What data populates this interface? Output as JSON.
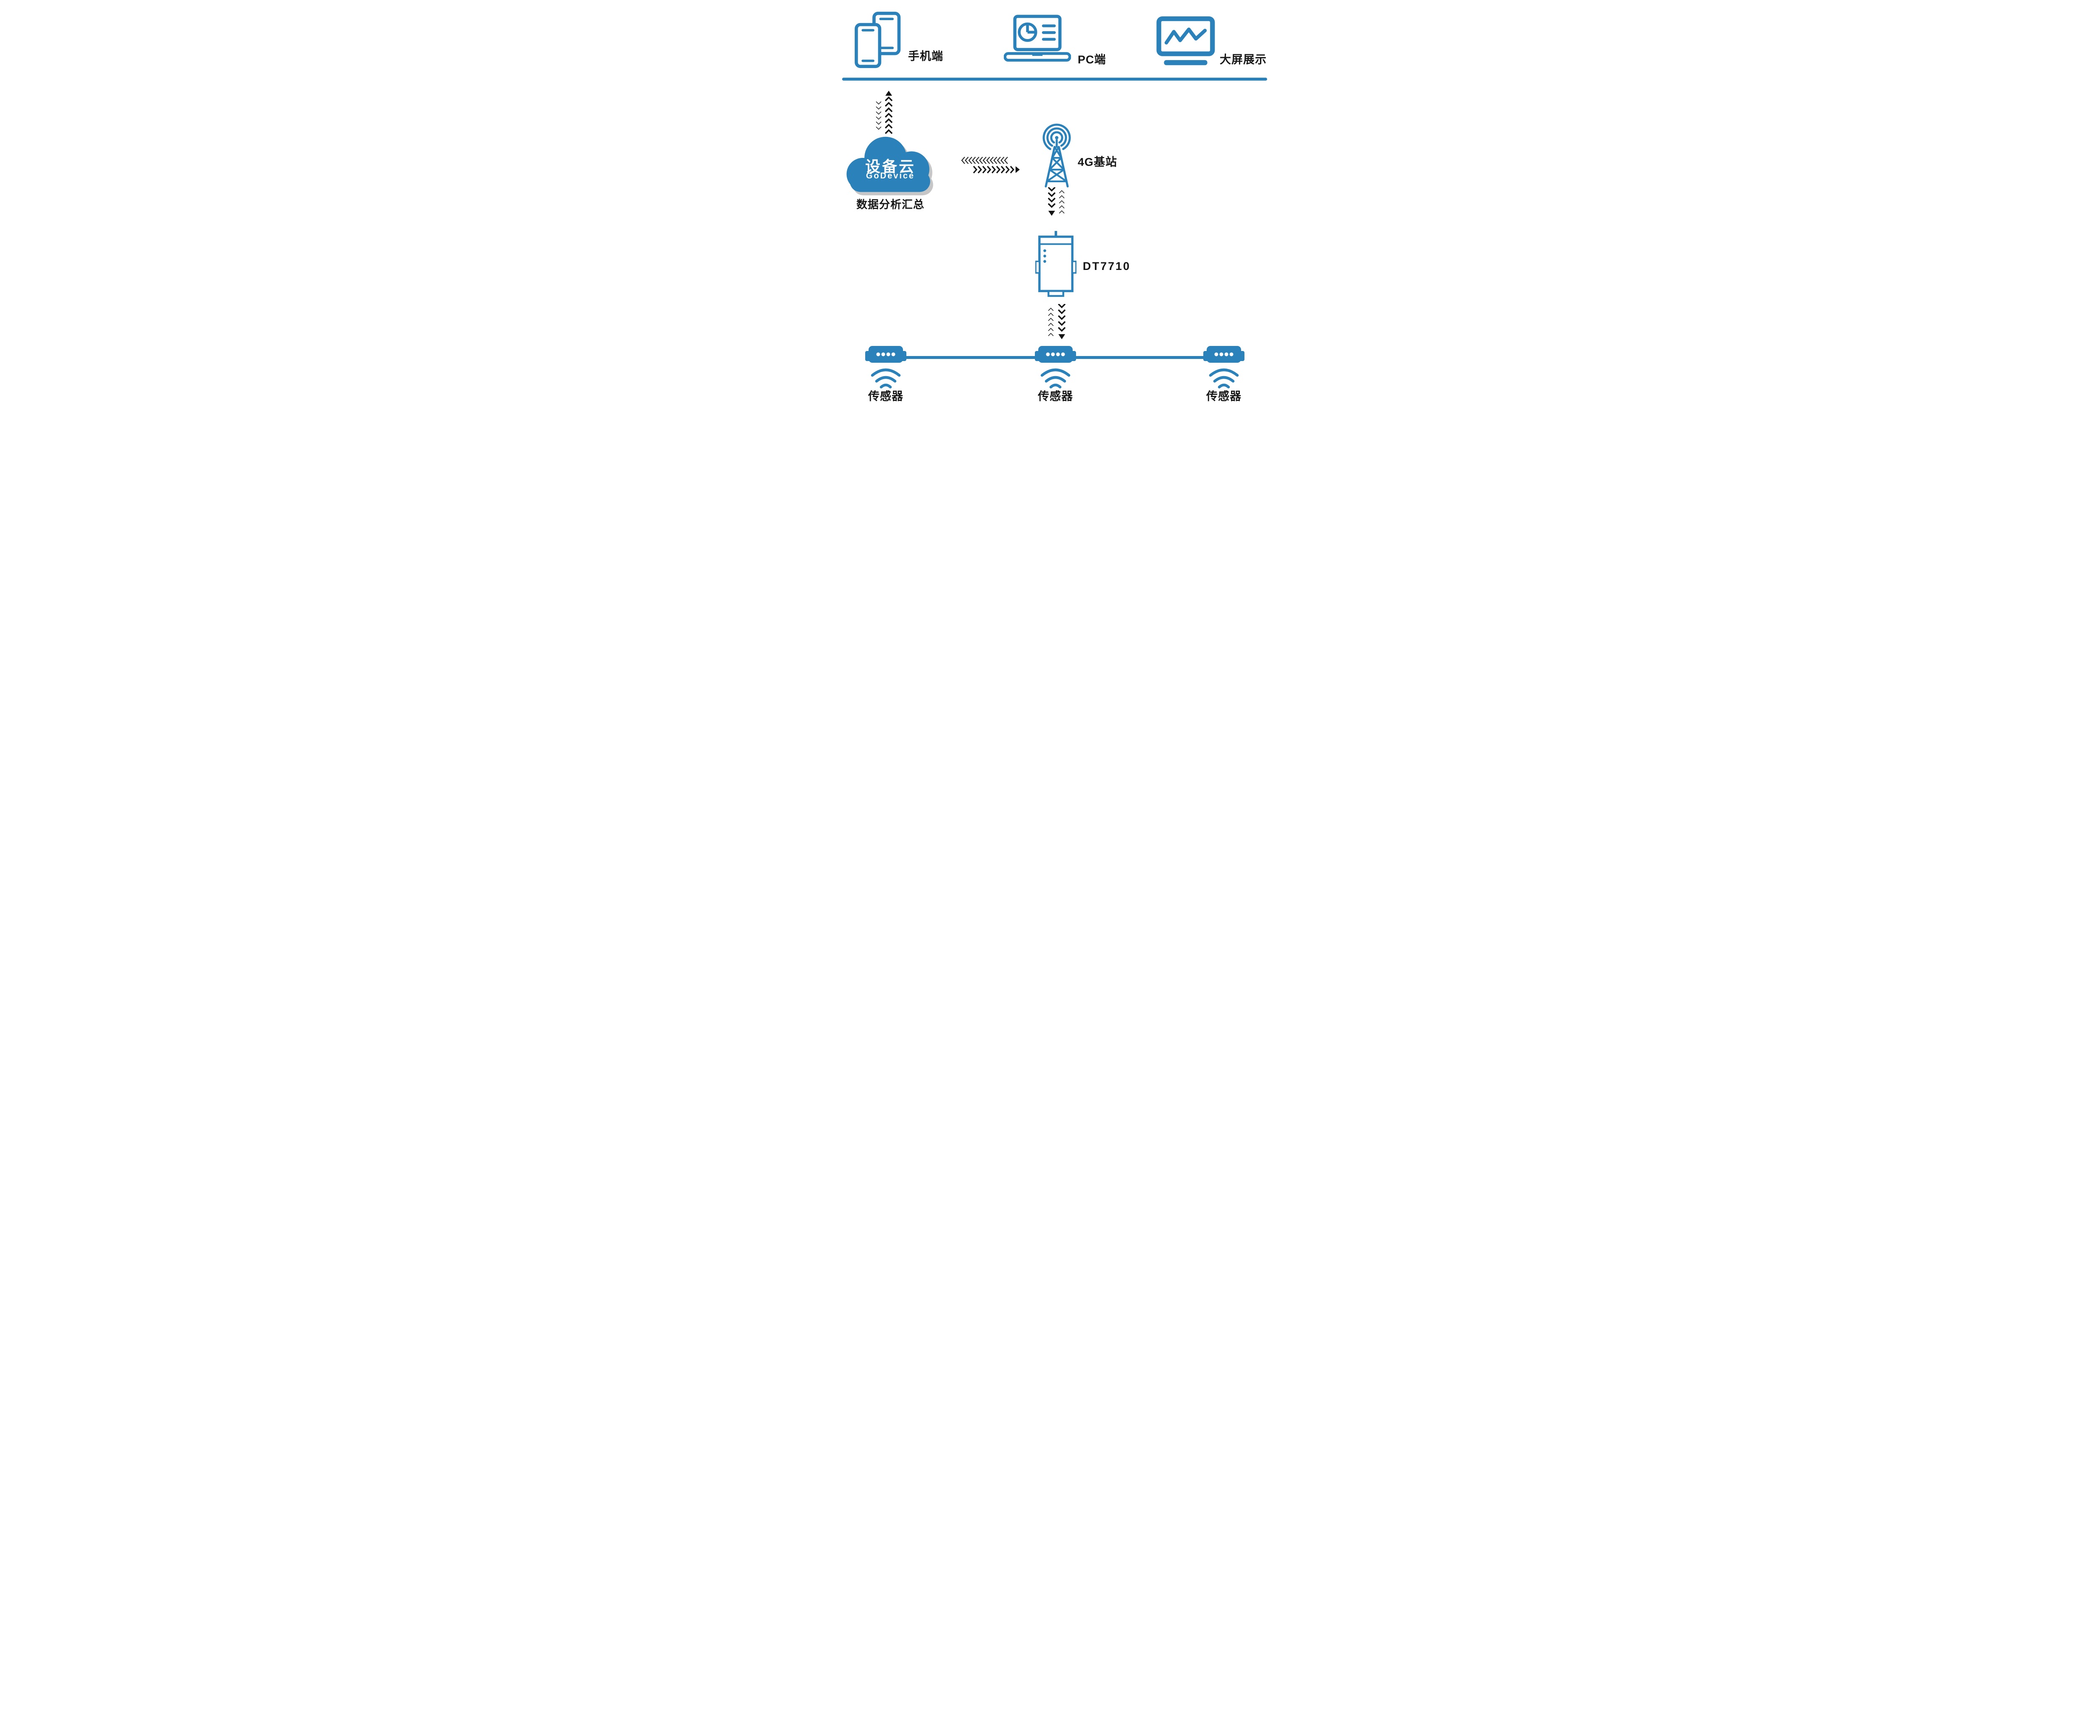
{
  "labels": {
    "mobile": "手机端",
    "pc": "PC端",
    "big_screen": "大屏展示",
    "base_station": "4G基站",
    "gateway": "DT7710",
    "cloud_caption": "数据分析汇总"
  },
  "cloud": {
    "title": "设备云",
    "subtitle": "GoDevice"
  },
  "sensors": [
    {
      "label": "传感器"
    },
    {
      "label": "传感器"
    },
    {
      "label": "传感器"
    }
  ],
  "icons": [
    "mobile-phones-icon",
    "laptop-pie-chart-icon",
    "monitor-waveform-icon",
    "cloud-icon",
    "4g-tower-icon",
    "dtu-gateway-icon",
    "sensor-wireless-icon"
  ],
  "colors": {
    "primary_blue": "#2b81ba",
    "arrow_black": "#141414",
    "cloud_shadow": "#c6c6c6",
    "text": "#161616"
  }
}
